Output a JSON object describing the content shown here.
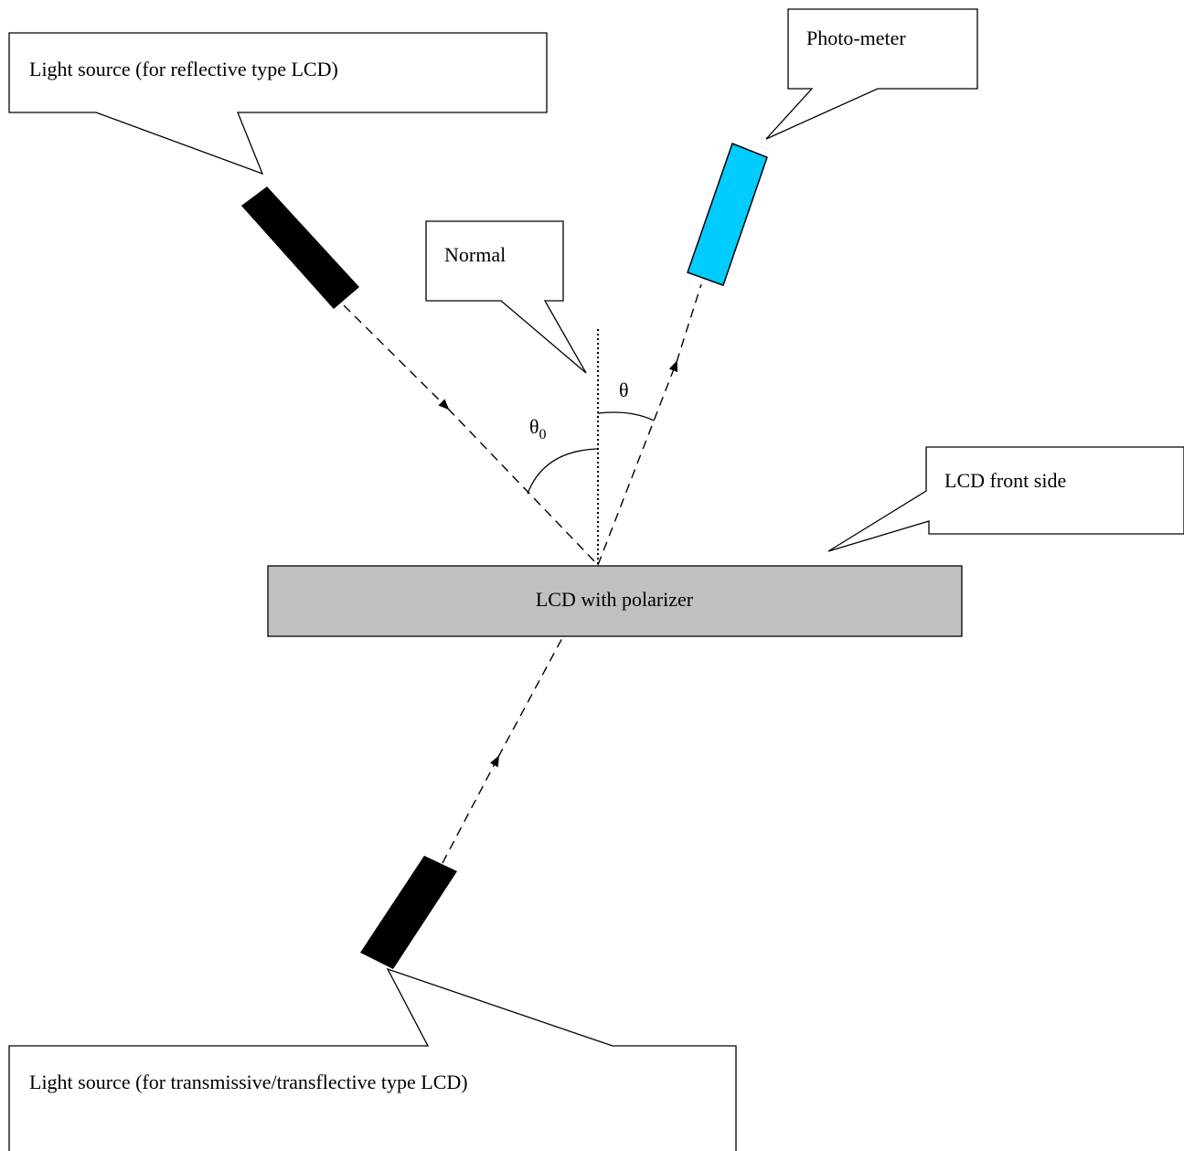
{
  "callouts": {
    "reflective_source": "Light source (for reflective type LCD)",
    "photometer": "Photo-meter",
    "normal": "Normal",
    "front_side": "LCD front side",
    "transmissive_source": "Light source (for transmissive/transflective type LCD)"
  },
  "lcd": {
    "label": "LCD with polarizer"
  },
  "angles": {
    "incident": "θ",
    "incident_subscript": "0",
    "viewing": "θ"
  },
  "colors": {
    "lcd_fill": "#c0c0c0",
    "photometer_fill": "#00ccff",
    "light_source_fill": "#000000",
    "line": "#000000"
  },
  "icons": {
    "arrowhead": "filled-triangle-arrowhead"
  }
}
